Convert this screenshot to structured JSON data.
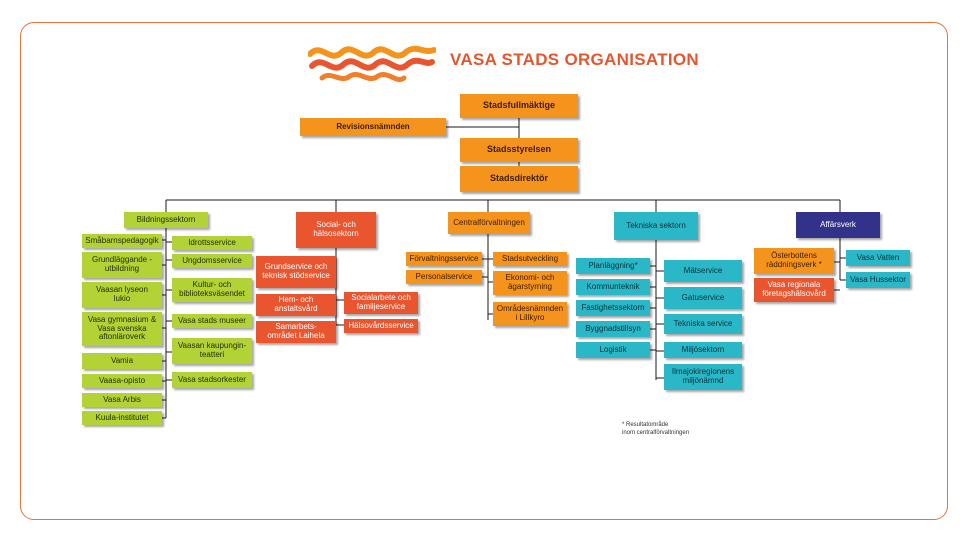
{
  "title": "VASA STADS ORGANISATION",
  "colors": {
    "frame": "#e8723a",
    "top": "#f5941d",
    "education": "#b3d235",
    "social": "#e8552f",
    "technical": "#2ab8c8",
    "business": "#32328a"
  },
  "top": {
    "council": "Stadsfullmäktige",
    "audit": "Revisionsnämnden",
    "board": "Stadsstyrelsen",
    "director": "Stadsdirektör"
  },
  "education": {
    "head": "Bildningssektorn",
    "left": [
      "Småbarnspedagogik",
      "Grundläggande -\nutbildning",
      "Vaasan lyseon\nlukio",
      "Vasa gymnasium &\nVasa svenska\naftonläroverk",
      "Vamia",
      "Vaasa-opisto",
      "Vasa Arbis",
      "Kuula-institutet"
    ],
    "right": [
      "Idrottsservice",
      "Ungdomsservice",
      "Kultur- och\nbiblioteksväsendet",
      "Vasa stads museer",
      "Vaasan kaupungin-\nteatteri",
      "Vasa stadsorkester"
    ]
  },
  "social": {
    "head": "Social- och\nhälsosektorn",
    "left": [
      "Grundservice och\nteknisk stödservice",
      "Hem- och\nanstaltsvård",
      "Samarbets-\nområdet Laihela"
    ],
    "right": [
      "Socialarbete och\nfamiljeservice",
      "Hälsovårdsservice"
    ]
  },
  "central": {
    "head": "Centralförvaltningen",
    "left": [
      "Förvaltningsservice",
      "Personalservice"
    ],
    "right": [
      "Stadsutveckling",
      "Ekonomi- och\nägarstyrning",
      "Områdesnämnden\ni Lillkyro"
    ]
  },
  "technical": {
    "head": "Tekniska sektorn",
    "left": [
      "Planläggning*",
      "Kommunteknik",
      "Fastighetssektorn",
      "Byggnadstillsyn",
      "Logistik"
    ],
    "right": [
      "Mätservice",
      "Gatuservice",
      "Tekniska service",
      "Miljösektorn",
      "Ilmajokiregionens\nmiljönämnd"
    ]
  },
  "business": {
    "head": "Affärsverk",
    "left": [
      "Österbottens\nräddningsverk *",
      "Vasa regionala\nföretagshälsovård"
    ],
    "right": [
      "Vasa Vatten",
      "Vasa Hussektor"
    ]
  },
  "note": "* Resultatområde\ninom centralförvaltningen"
}
